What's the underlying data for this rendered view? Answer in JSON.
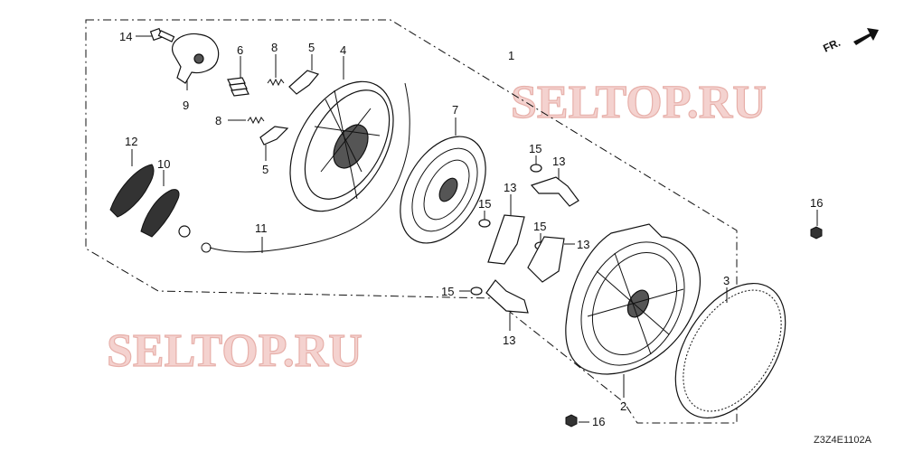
{
  "diagram": {
    "direction_label": "FR.",
    "drawing_code": "Z3Z4E1102A",
    "watermark": "SELTOP.RU",
    "callouts": [
      {
        "id": "c14",
        "text": "14"
      },
      {
        "id": "c9",
        "text": "9"
      },
      {
        "id": "c6",
        "text": "6"
      },
      {
        "id": "c8a",
        "text": "8"
      },
      {
        "id": "c5a",
        "text": "5"
      },
      {
        "id": "c4",
        "text": "4"
      },
      {
        "id": "c1",
        "text": "1"
      },
      {
        "id": "c8b",
        "text": "8"
      },
      {
        "id": "c5b",
        "text": "5"
      },
      {
        "id": "c7",
        "text": "7"
      },
      {
        "id": "c12",
        "text": "12"
      },
      {
        "id": "c10",
        "text": "10"
      },
      {
        "id": "c11",
        "text": "11"
      },
      {
        "id": "c15a",
        "text": "15"
      },
      {
        "id": "c13a",
        "text": "13"
      },
      {
        "id": "c15b",
        "text": "15"
      },
      {
        "id": "c13b",
        "text": "13"
      },
      {
        "id": "c15c",
        "text": "15"
      },
      {
        "id": "c13c",
        "text": "13"
      },
      {
        "id": "c15d",
        "text": "15"
      },
      {
        "id": "c13d",
        "text": "13"
      },
      {
        "id": "c16a",
        "text": "16"
      },
      {
        "id": "c3",
        "text": "3"
      },
      {
        "id": "c2",
        "text": "2"
      },
      {
        "id": "c16b",
        "text": "16"
      }
    ]
  }
}
